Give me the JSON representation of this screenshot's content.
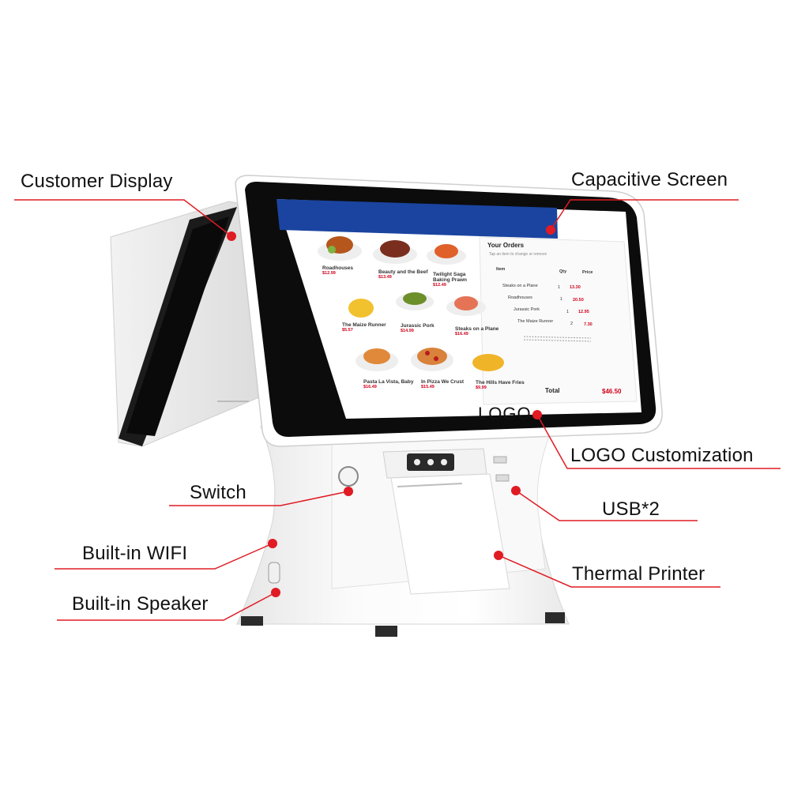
{
  "callouts": {
    "customer_display": "Customer Display",
    "capacitive_screen": "Capacitive Screen",
    "logo_customization": "LOGO Customization",
    "switch": "Switch",
    "usb": "USB*2",
    "built_in_wifi": "Built-in WIFI",
    "thermal_printer": "Thermal Printer",
    "built_in_speaker": "Built-in Speaker"
  },
  "device": {
    "logo": "LOGO"
  },
  "screen": {
    "menu_items": [
      {
        "name": "Roadhouses",
        "price": "$12.99"
      },
      {
        "name": "Beauty and the Beef",
        "price": "$13.49"
      },
      {
        "name": "Twilight Saga Baking Prawn",
        "price": "$12.49"
      },
      {
        "name": "The Maize Runner",
        "price": "$5.57"
      },
      {
        "name": "Jurassic Pork",
        "price": "$14.99"
      },
      {
        "name": "Steaks on a Plane",
        "price": "$16.49"
      },
      {
        "name": "Pasta La Vista, Baby",
        "price": "$16.49"
      },
      {
        "name": "In Pizza We Crust",
        "price": "$15.49"
      },
      {
        "name": "The Hills Have Fries",
        "price": "$9.99"
      }
    ],
    "orders": {
      "title": "Your Orders",
      "subtitle": "Tap an item to change or remove",
      "headers": {
        "item": "Item",
        "qty": "Qty",
        "price": "Price"
      },
      "rows": [
        {
          "name": "Steaks on a Plane",
          "qty": "1",
          "price": "13.30"
        },
        {
          "name": "Roadhouses",
          "qty": "1",
          "price": "20.50"
        },
        {
          "name": "Jurassic Pork",
          "qty": "1",
          "price": "12.95"
        },
        {
          "name": "The Maize Runner",
          "qty": "2",
          "price": "7.30"
        }
      ],
      "total_label": "Total",
      "total_value": "$46.50"
    }
  },
  "colors": {
    "accent_red": "#e01b24",
    "screen_header_blue": "#1a44a0",
    "price_red": "#d0021b"
  }
}
